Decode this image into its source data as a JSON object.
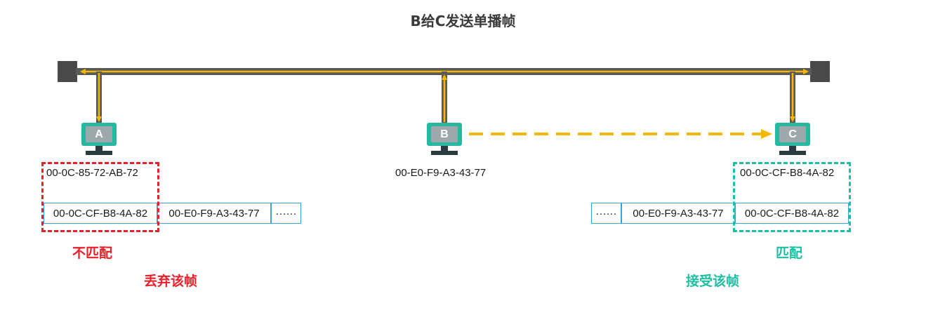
{
  "title": "B给C发送单播帧",
  "hosts": {
    "a": {
      "label": "A",
      "mac": "00-0C-85-72-AB-72"
    },
    "b": {
      "label": "B",
      "mac": "00-E0-F9-A3-43-77"
    },
    "c": {
      "label": "C",
      "mac": "00-0C-CF-B8-4A-82"
    }
  },
  "frame_a": {
    "dest": "00-0C-CF-B8-4A-82",
    "src": "00-E0-F9-A3-43-77",
    "more": "······"
  },
  "frame_c": {
    "more": "······",
    "src": "00-E0-F9-A3-43-77",
    "dest": "00-0C-CF-B8-4A-82"
  },
  "result_a": {
    "match": "不匹配",
    "action": "丢弃该帧"
  },
  "result_c": {
    "match": "匹配",
    "action": "接受该帧"
  },
  "colors": {
    "bus": "#555555",
    "signal": "#f5b800",
    "host": "#2ab7a0",
    "mismatch": "#e8202a",
    "match": "#1fbda3",
    "cell_border": "#3aa5d6"
  }
}
